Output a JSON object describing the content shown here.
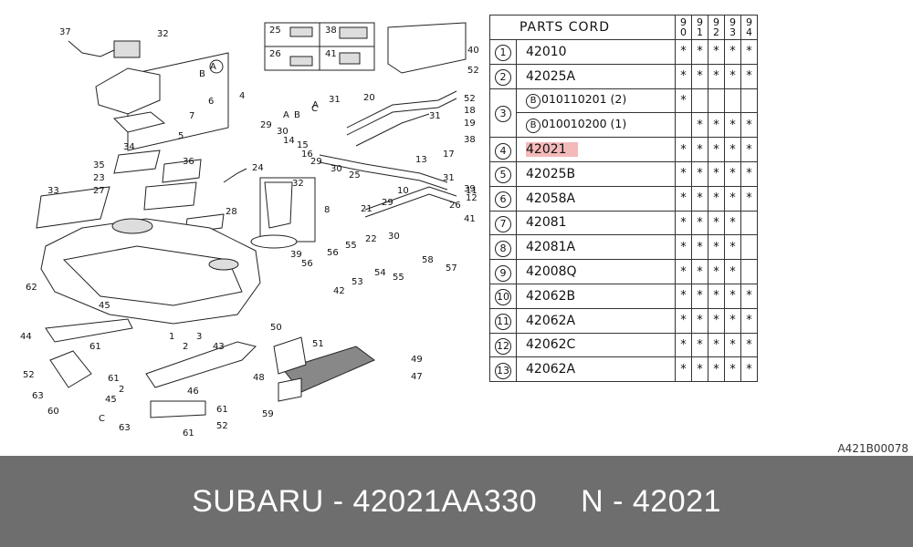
{
  "table": {
    "title": "PARTS CORD",
    "years": [
      [
        "9",
        "0"
      ],
      [
        "9",
        "1"
      ],
      [
        "9",
        "2"
      ],
      [
        "9",
        "3"
      ],
      [
        "9",
        "4"
      ]
    ],
    "mark": "*",
    "rows": [
      {
        "no": "1",
        "code": "42010",
        "marks": [
          1,
          1,
          1,
          1,
          1
        ]
      },
      {
        "no": "2",
        "code": "42025A",
        "marks": [
          1,
          1,
          1,
          1,
          1
        ]
      },
      {
        "no": "3",
        "subrows": [
          {
            "b": "B",
            "code": "010110201 (2)",
            "marks": [
              1,
              0,
              0,
              0,
              0
            ]
          },
          {
            "b": "B",
            "code": "010010200 (1)",
            "marks": [
              0,
              1,
              1,
              1,
              1
            ]
          }
        ]
      },
      {
        "no": "4",
        "code": "42021",
        "highlight": true,
        "marks": [
          1,
          1,
          1,
          1,
          1
        ]
      },
      {
        "no": "5",
        "code": "42025B",
        "marks": [
          1,
          1,
          1,
          1,
          1
        ]
      },
      {
        "no": "6",
        "code": "42058A",
        "marks": [
          1,
          1,
          1,
          1,
          1
        ]
      },
      {
        "no": "7",
        "code": "42081",
        "marks": [
          1,
          1,
          1,
          1,
          0
        ]
      },
      {
        "no": "8",
        "code": "42081A",
        "marks": [
          1,
          1,
          1,
          1,
          0
        ]
      },
      {
        "no": "9",
        "code": "42008Q",
        "marks": [
          1,
          1,
          1,
          1,
          0
        ]
      },
      {
        "no": "10",
        "code": "42062B",
        "marks": [
          1,
          1,
          1,
          1,
          1
        ]
      },
      {
        "no": "11",
        "code": "42062A",
        "marks": [
          1,
          1,
          1,
          1,
          1
        ]
      },
      {
        "no": "12",
        "code": "42062C",
        "marks": [
          1,
          1,
          1,
          1,
          1
        ]
      },
      {
        "no": "13",
        "code": "42062A",
        "marks": [
          1,
          1,
          1,
          1,
          1
        ]
      }
    ]
  },
  "diagram": {
    "callouts": [
      "37",
      "32",
      "A",
      "B",
      "4",
      "6",
      "7",
      "5",
      "34",
      "35",
      "23",
      "27",
      "36",
      "33",
      "24",
      "28",
      "32",
      "8",
      "25",
      "38",
      "26",
      "41",
      "29",
      "A",
      "B",
      "C",
      "30",
      "14",
      "15",
      "16",
      "29",
      "30",
      "25",
      "31",
      "20",
      "19",
      "18",
      "31",
      "52",
      "38",
      "13",
      "17",
      "31",
      "39",
      "12",
      "11",
      "10",
      "26",
      "41",
      "21",
      "22",
      "29",
      "30",
      "58",
      "57",
      "40",
      "52",
      "56",
      "56",
      "55",
      "53",
      "54",
      "55",
      "42",
      "39",
      "62",
      "45",
      "44",
      "61",
      "52",
      "63",
      "60",
      "61",
      "45",
      "2",
      "1",
      "2",
      "3",
      "43",
      "46",
      "50",
      "51",
      "48",
      "49",
      "47",
      "59",
      "61",
      "52",
      "63",
      "61",
      "C",
      "A"
    ]
  },
  "ref_code": "A421B00078",
  "footer": {
    "brand_part": "SUBARU - 42021AA330",
    "short_code": "N - 42021"
  }
}
